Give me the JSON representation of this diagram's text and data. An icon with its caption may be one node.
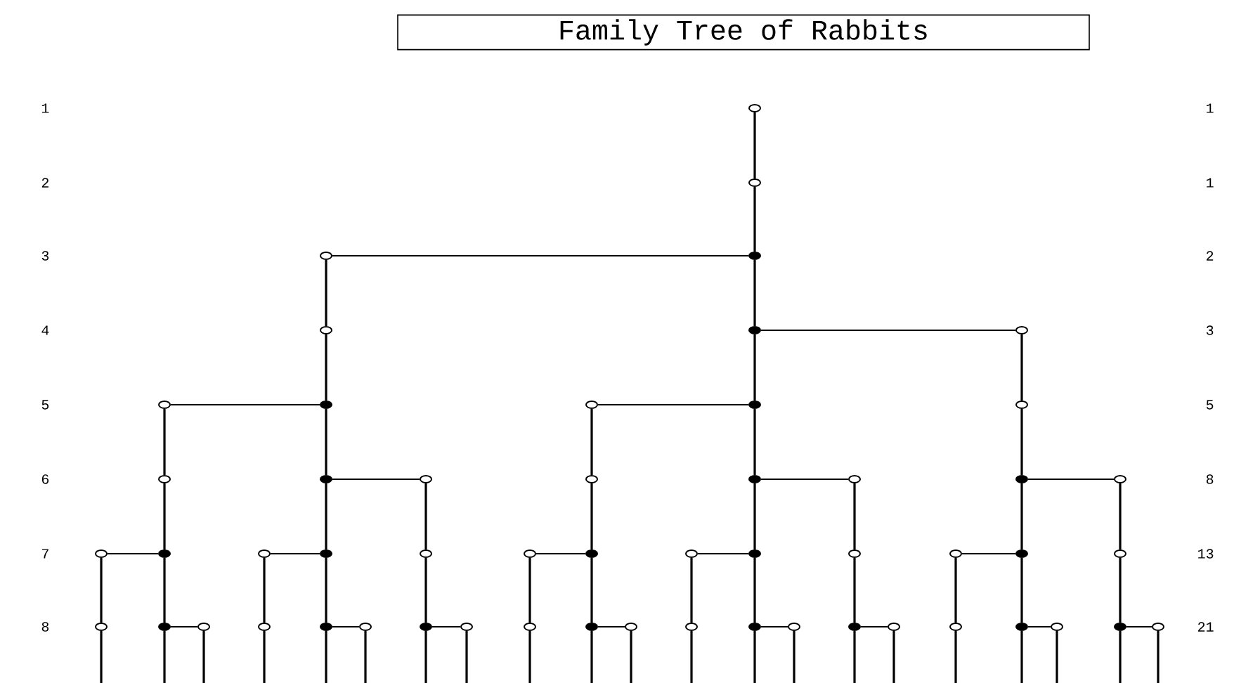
{
  "diagram": {
    "title": "Family Tree of Rabbits",
    "nodes": [
      {
        "text": [],
        "shape": "circle"
      },
      {
        "text": [],
        "shape": "circle"
      },
      {
        "text": [],
        "shape": "circle"
      },
      {
        "text": [],
        "shape": "dot"
      },
      {
        "text": [],
        "shape": "circle"
      },
      {
        "text": [],
        "shape": "dot"
      },
      {
        "text": [],
        "shape": "circle"
      },
      {
        "text": [],
        "shape": "circle"
      },
      {
        "text": [],
        "shape": "dot"
      },
      {
        "text": [],
        "shape": "circle"
      },
      {
        "text": [],
        "shape": "dot"
      },
      {
        "text": [],
        "shape": "circle"
      },
      {
        "text": [],
        "shape": "circle"
      },
      {
        "text": [],
        "shape": "dot"
      },
      {
        "text": [],
        "shape": "circle"
      },
      {
        "text": [],
        "shape": "circle"
      },
      {
        "text": [],
        "shape": "dot"
      },
      {
        "text": [],
        "shape": "circle"
      },
      {
        "text": [],
        "shape": "dot"
      },
      {
        "text": [],
        "shape": "circle"
      },
      {
        "text": [],
        "shape": "circle"
      },
      {
        "text": [],
        "shape": "dot"
      },
      {
        "text": [],
        "shape": "circle"
      },
      {
        "text": [],
        "shape": "dot"
      },
      {
        "text": [],
        "shape": "circle"
      },
      {
        "text": [],
        "shape": "circle"
      },
      {
        "text": [],
        "shape": "dot"
      },
      {
        "text": [],
        "shape": "circle"
      },
      {
        "text": [],
        "shape": "dot"
      },
      {
        "text": [],
        "shape": "circle"
      },
      {
        "text": [],
        "shape": "circle"
      },
      {
        "text": [],
        "shape": "dot"
      },
      {
        "text": [],
        "shape": "circle"
      },
      {
        "text": [],
        "shape": "circle"
      },
      {
        "text": [],
        "shape": "dot"
      },
      {
        "text": [],
        "shape": "circle"
      },
      {
        "text": [],
        "shape": "circle"
      },
      {
        "text": [],
        "shape": "dot"
      },
      {
        "text": [],
        "shape": "circle"
      },
      {
        "text": [],
        "shape": "dot"
      },
      {
        "text": [],
        "shape": "circle"
      },
      {
        "text": [],
        "shape": "circle"
      },
      {
        "text": [],
        "shape": "dot"
      },
      {
        "text": [],
        "shape": "circle"
      },
      {
        "text": [],
        "shape": "circle"
      },
      {
        "text": [],
        "shape": "dot"
      },
      {
        "text": [],
        "shape": "circle"
      },
      {
        "text": [],
        "shape": "dot"
      },
      {
        "text": [],
        "shape": "circle"
      },
      {
        "text": [],
        "shape": "circle"
      },
      {
        "text": [],
        "shape": "dot"
      },
      {
        "text": [],
        "shape": "circle"
      },
      {
        "text": [],
        "shape": "dot"
      },
      {
        "text": [],
        "shape": "circle"
      }
    ],
    "edges": [
      {
        "from": 0,
        "to": 1,
        "arrow": "none"
      },
      {
        "from": 1,
        "to": 3,
        "arrow": "none"
      },
      {
        "from": 3,
        "to": 5,
        "arrow": "none"
      },
      {
        "from": 5,
        "to": 10,
        "arrow": "none"
      },
      {
        "from": 10,
        "to": 16,
        "arrow": "none"
      },
      {
        "from": 16,
        "to": 28,
        "arrow": "none"
      },
      {
        "from": 28,
        "to": 45,
        "arrow": "none"
      },
      {
        "from": 2,
        "to": 4,
        "arrow": "none"
      },
      {
        "from": 4,
        "to": 8,
        "arrow": "none"
      },
      {
        "from": 8,
        "to": 13,
        "arrow": "none"
      },
      {
        "from": 13,
        "to": 23,
        "arrow": "none"
      },
      {
        "from": 23,
        "to": 37,
        "arrow": "none"
      },
      {
        "from": 6,
        "to": 11,
        "arrow": "none"
      },
      {
        "from": 11,
        "to": 18,
        "arrow": "none"
      },
      {
        "from": 18,
        "to": 31,
        "arrow": "none"
      },
      {
        "from": 31,
        "to": 50,
        "arrow": "none"
      },
      {
        "from": 7,
        "to": 12,
        "arrow": "none"
      },
      {
        "from": 12,
        "to": 21,
        "arrow": "none"
      },
      {
        "from": 21,
        "to": 34,
        "arrow": "none"
      },
      {
        "from": 9,
        "to": 15,
        "arrow": "none"
      },
      {
        "from": 15,
        "to": 26,
        "arrow": "none"
      },
      {
        "from": 26,
        "to": 42,
        "arrow": "none"
      },
      {
        "from": 14,
        "to": 24,
        "arrow": "none"
      },
      {
        "from": 24,
        "to": 39,
        "arrow": "none"
      },
      {
        "from": 17,
        "to": 29,
        "arrow": "none"
      },
      {
        "from": 29,
        "to": 47,
        "arrow": "none"
      },
      {
        "from": 19,
        "to": 32,
        "arrow": "none"
      },
      {
        "from": 32,
        "to": 52,
        "arrow": "none"
      },
      {
        "from": 20,
        "to": 33,
        "arrow": "none"
      },
      {
        "from": 22,
        "to": 36,
        "arrow": "none"
      },
      {
        "from": 25,
        "to": 41,
        "arrow": "none"
      },
      {
        "from": 27,
        "to": 44,
        "arrow": "none"
      },
      {
        "from": 30,
        "to": 49,
        "arrow": "none"
      },
      {
        "from": 3,
        "to": 2,
        "arrow": "none"
      },
      {
        "from": 5,
        "to": 6,
        "arrow": "none"
      },
      {
        "from": 8,
        "to": 7,
        "arrow": "none"
      },
      {
        "from": 10,
        "to": 9,
        "arrow": "none"
      },
      {
        "from": 13,
        "to": 14,
        "arrow": "none"
      },
      {
        "from": 16,
        "to": 17,
        "arrow": "none"
      },
      {
        "from": 18,
        "to": 19,
        "arrow": "none"
      },
      {
        "from": 21,
        "to": 20,
        "arrow": "none"
      },
      {
        "from": 23,
        "to": 22,
        "arrow": "none"
      },
      {
        "from": 26,
        "to": 25,
        "arrow": "none"
      },
      {
        "from": 28,
        "to": 27,
        "arrow": "none"
      },
      {
        "from": 31,
        "to": 30,
        "arrow": "none"
      },
      {
        "from": 34,
        "to": 35,
        "arrow": "none"
      },
      {
        "from": 37,
        "to": 38,
        "arrow": "none"
      },
      {
        "from": 39,
        "to": 40,
        "arrow": "none"
      },
      {
        "from": 42,
        "to": 43,
        "arrow": "none"
      },
      {
        "from": 45,
        "to": 46,
        "arrow": "none"
      },
      {
        "from": 47,
        "to": 48,
        "arrow": "none"
      },
      {
        "from": 50,
        "to": 51,
        "arrow": "none"
      },
      {
        "from": 52,
        "to": 53,
        "arrow": "none"
      },
      {
        "from": 33,
        "to": null,
        "arrow": "none"
      },
      {
        "from": 34,
        "to": null,
        "arrow": "none"
      },
      {
        "from": 35,
        "to": null,
        "arrow": "none"
      },
      {
        "from": 36,
        "to": null,
        "arrow": "none"
      },
      {
        "from": 37,
        "to": null,
        "arrow": "none"
      },
      {
        "from": 38,
        "to": null,
        "arrow": "none"
      },
      {
        "from": 39,
        "to": null,
        "arrow": "none"
      },
      {
        "from": 40,
        "to": null,
        "arrow": "none"
      },
      {
        "from": 41,
        "to": null,
        "arrow": "none"
      },
      {
        "from": 42,
        "to": null,
        "arrow": "none"
      },
      {
        "from": 43,
        "to": null,
        "arrow": "none"
      },
      {
        "from": 44,
        "to": null,
        "arrow": "none"
      },
      {
        "from": 45,
        "to": null,
        "arrow": "none"
      },
      {
        "from": 46,
        "to": null,
        "arrow": "none"
      },
      {
        "from": 47,
        "to": null,
        "arrow": "none"
      },
      {
        "from": 48,
        "to": null,
        "arrow": "none"
      },
      {
        "from": 49,
        "to": null,
        "arrow": "none"
      },
      {
        "from": 50,
        "to": null,
        "arrow": "none"
      },
      {
        "from": 51,
        "to": null,
        "arrow": "none"
      },
      {
        "from": 52,
        "to": null,
        "arrow": "none"
      },
      {
        "from": 53,
        "to": null,
        "arrow": "none"
      }
    ],
    "labels": [
      "1",
      "1",
      "2",
      "1",
      "3",
      "2",
      "4",
      "3",
      "5",
      "5",
      "6",
      "8",
      "7",
      "13",
      "8",
      "21"
    ]
  }
}
